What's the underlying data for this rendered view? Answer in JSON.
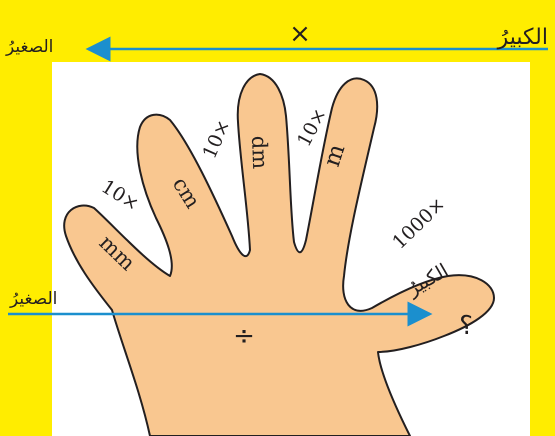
{
  "colors": {
    "frame": "#ffed00",
    "skin": "#f9c790",
    "outline": "#231f20",
    "arrow": "#1b8fce",
    "background": "#ffffff"
  },
  "top_arrow": {
    "from_label": "الكبيرُ",
    "to_label": "الصغيرُ",
    "operation": "×"
  },
  "bottom_arrow": {
    "from_label": "الصغيرُ",
    "to_label": "الكبيرُ",
    "operation": "÷"
  },
  "fingers": [
    {
      "unit": "mm",
      "icon": "little-finger"
    },
    {
      "unit": "cm",
      "icon": "ring-finger"
    },
    {
      "unit": "dm",
      "icon": "middle-finger"
    },
    {
      "unit": "m",
      "icon": "index-finger"
    },
    {
      "unit": "؟",
      "icon": "thumb"
    }
  ],
  "factors": [
    "10×",
    "10×",
    "10×",
    "1000×"
  ]
}
